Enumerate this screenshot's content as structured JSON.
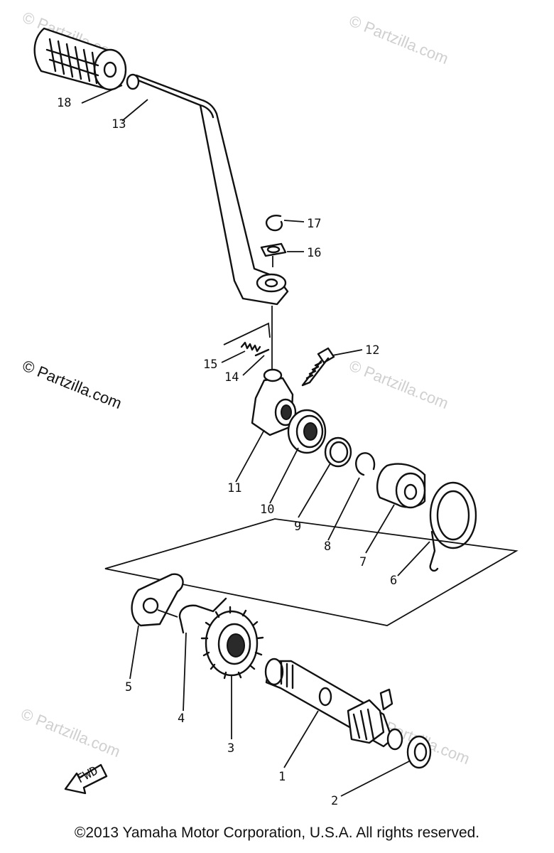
{
  "watermarks": {
    "top_right": "© Partzilla.com",
    "top_left": "© Partzilla.com",
    "left": "© Partzilla.com",
    "mid_right": "© Partzilla.com",
    "bottom_left": "© Partzilla.com",
    "bottom_right": "© Partzilla.com"
  },
  "callouts": {
    "p1": "1",
    "p2": "2",
    "p3": "3",
    "p4": "4",
    "p5": "5",
    "p6": "6",
    "p7": "7",
    "p8": "8",
    "p9": "9",
    "p10": "10",
    "p11": "11",
    "p12": "12",
    "p13": "13",
    "p14": "14",
    "p15": "15",
    "p16": "16",
    "p17": "17",
    "p18": "18"
  },
  "fwd_label": "FWD",
  "copyright": "©2013 Yamaha Motor Corporation, U.S.A. All rights reserved."
}
